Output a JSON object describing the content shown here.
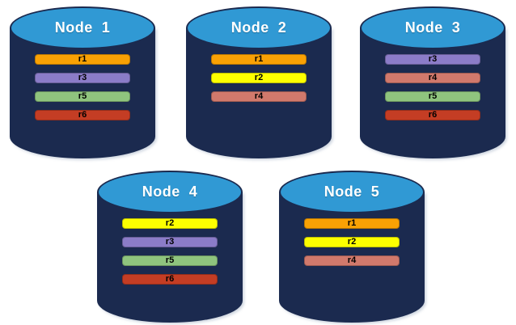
{
  "colors": {
    "background": "#FFFFFF",
    "cylinder_body": "#1B2A4F",
    "cylinder_top": "#3099D4",
    "title_text": "#FFFFFF",
    "bar_text": "#000000",
    "r1": "#F9A104",
    "r2": "#FDFF00",
    "r3": "#8B7CC8",
    "r4": "#D1796C",
    "r5": "#8FC47E",
    "r6": "#C43D24"
  },
  "nodes": [
    {
      "label": "Node  1",
      "replicas": [
        "r1",
        "r3",
        "r5",
        "r6"
      ]
    },
    {
      "label": "Node  2",
      "replicas": [
        "r1",
        "r2",
        "r4"
      ]
    },
    {
      "label": "Node  3",
      "replicas": [
        "r3",
        "r4",
        "r5",
        "r6"
      ]
    },
    {
      "label": "Node  4",
      "replicas": [
        "r2",
        "r3",
        "r5",
        "r6"
      ]
    },
    {
      "label": "Node  5",
      "replicas": [
        "r1",
        "r2",
        "r4"
      ]
    }
  ]
}
